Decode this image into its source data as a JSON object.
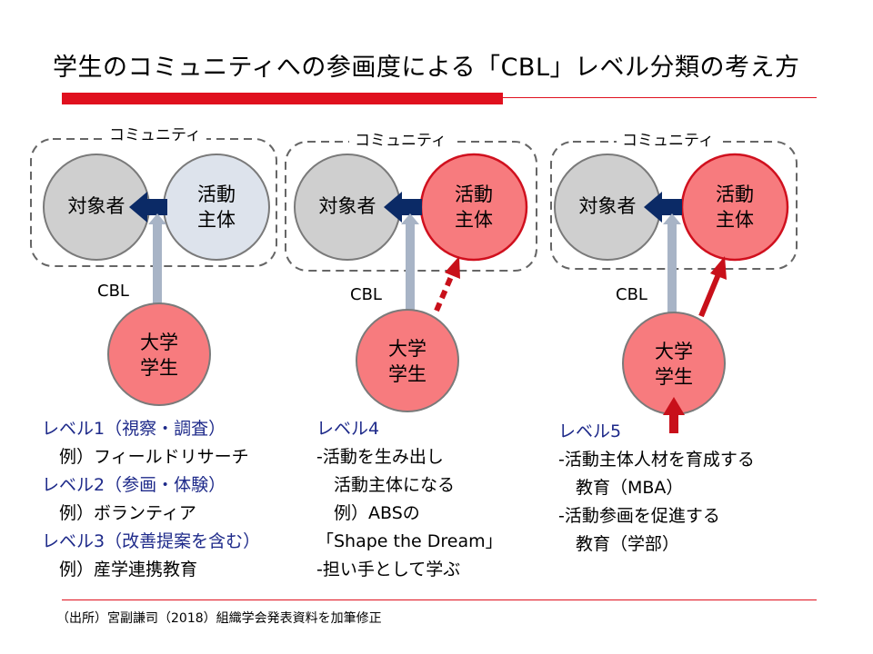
{
  "title": "学生のコミュニティへの参画度による「CBL」レベル分類の考え方",
  "diagrams": [
    {
      "community_label": "コミュニティ",
      "target_label": "対象者",
      "actor_label": "活動\n主体",
      "cbl_label": "CBL",
      "student_label": "大学\n学生",
      "actor_fill": "#dde3ec",
      "actor_stroke": "#7a7a7a"
    },
    {
      "community_label": "コミュニティ",
      "target_label": "対象者",
      "actor_label": "活動\n主体",
      "cbl_label": "CBL",
      "student_label": "大学\n学生",
      "actor_fill": "#f77b7e",
      "actor_stroke": "#d0101e"
    },
    {
      "community_label": "コミュニティ",
      "target_label": "対象者",
      "actor_label": "活動\n主体",
      "cbl_label": "CBL",
      "student_label": "大学\n学生",
      "actor_fill": "#f77b7e",
      "actor_stroke": "#d0101e"
    }
  ],
  "columns": {
    "left": {
      "lines": [
        {
          "text": "レベル1（視察・調査）",
          "color": "blue"
        },
        {
          "text": "　例）フィールドリサーチ",
          "color": "black"
        },
        {
          "text": "レベル2（参画・体験）",
          "color": "blue"
        },
        {
          "text": "　例）ボランティア",
          "color": "black"
        },
        {
          "text": "レベル3（改善提案を含む）",
          "color": "blue"
        },
        {
          "text": "　例）産学連携教育",
          "color": "black"
        }
      ]
    },
    "middle": {
      "lines": [
        {
          "text": "レベル4",
          "color": "blue"
        },
        {
          "text": "-活動を生み出し",
          "color": "black"
        },
        {
          "text": "　活動主体になる",
          "color": "black"
        },
        {
          "text": "　例）ABSの",
          "color": "black"
        },
        {
          "text": "「Shape the Dream」",
          "color": "black"
        },
        {
          "text": "-担い手として学ぶ",
          "color": "black"
        }
      ]
    },
    "right": {
      "lines": [
        {
          "text": "レベル5",
          "color": "blue"
        },
        {
          "text": "-活動主体人材を育成する",
          "color": "black"
        },
        {
          "text": "　教育（MBA）",
          "color": "black"
        },
        {
          "text": "-活動参画を促進する",
          "color": "black"
        },
        {
          "text": "　教育（学部）",
          "color": "black"
        }
      ]
    }
  },
  "source": "（出所）宮副謙司（2018）組織学会発表資料を加筆修正",
  "colors": {
    "accent_red": "#e0101e",
    "level_blue": "#1e2a8a",
    "gray_circle": "#cfcfcf",
    "student_fill": "#f77b7e",
    "navy_arrow": "#0b2a66",
    "gray_arrow": "#a8b4c6",
    "red_arrow": "#c8101a"
  }
}
